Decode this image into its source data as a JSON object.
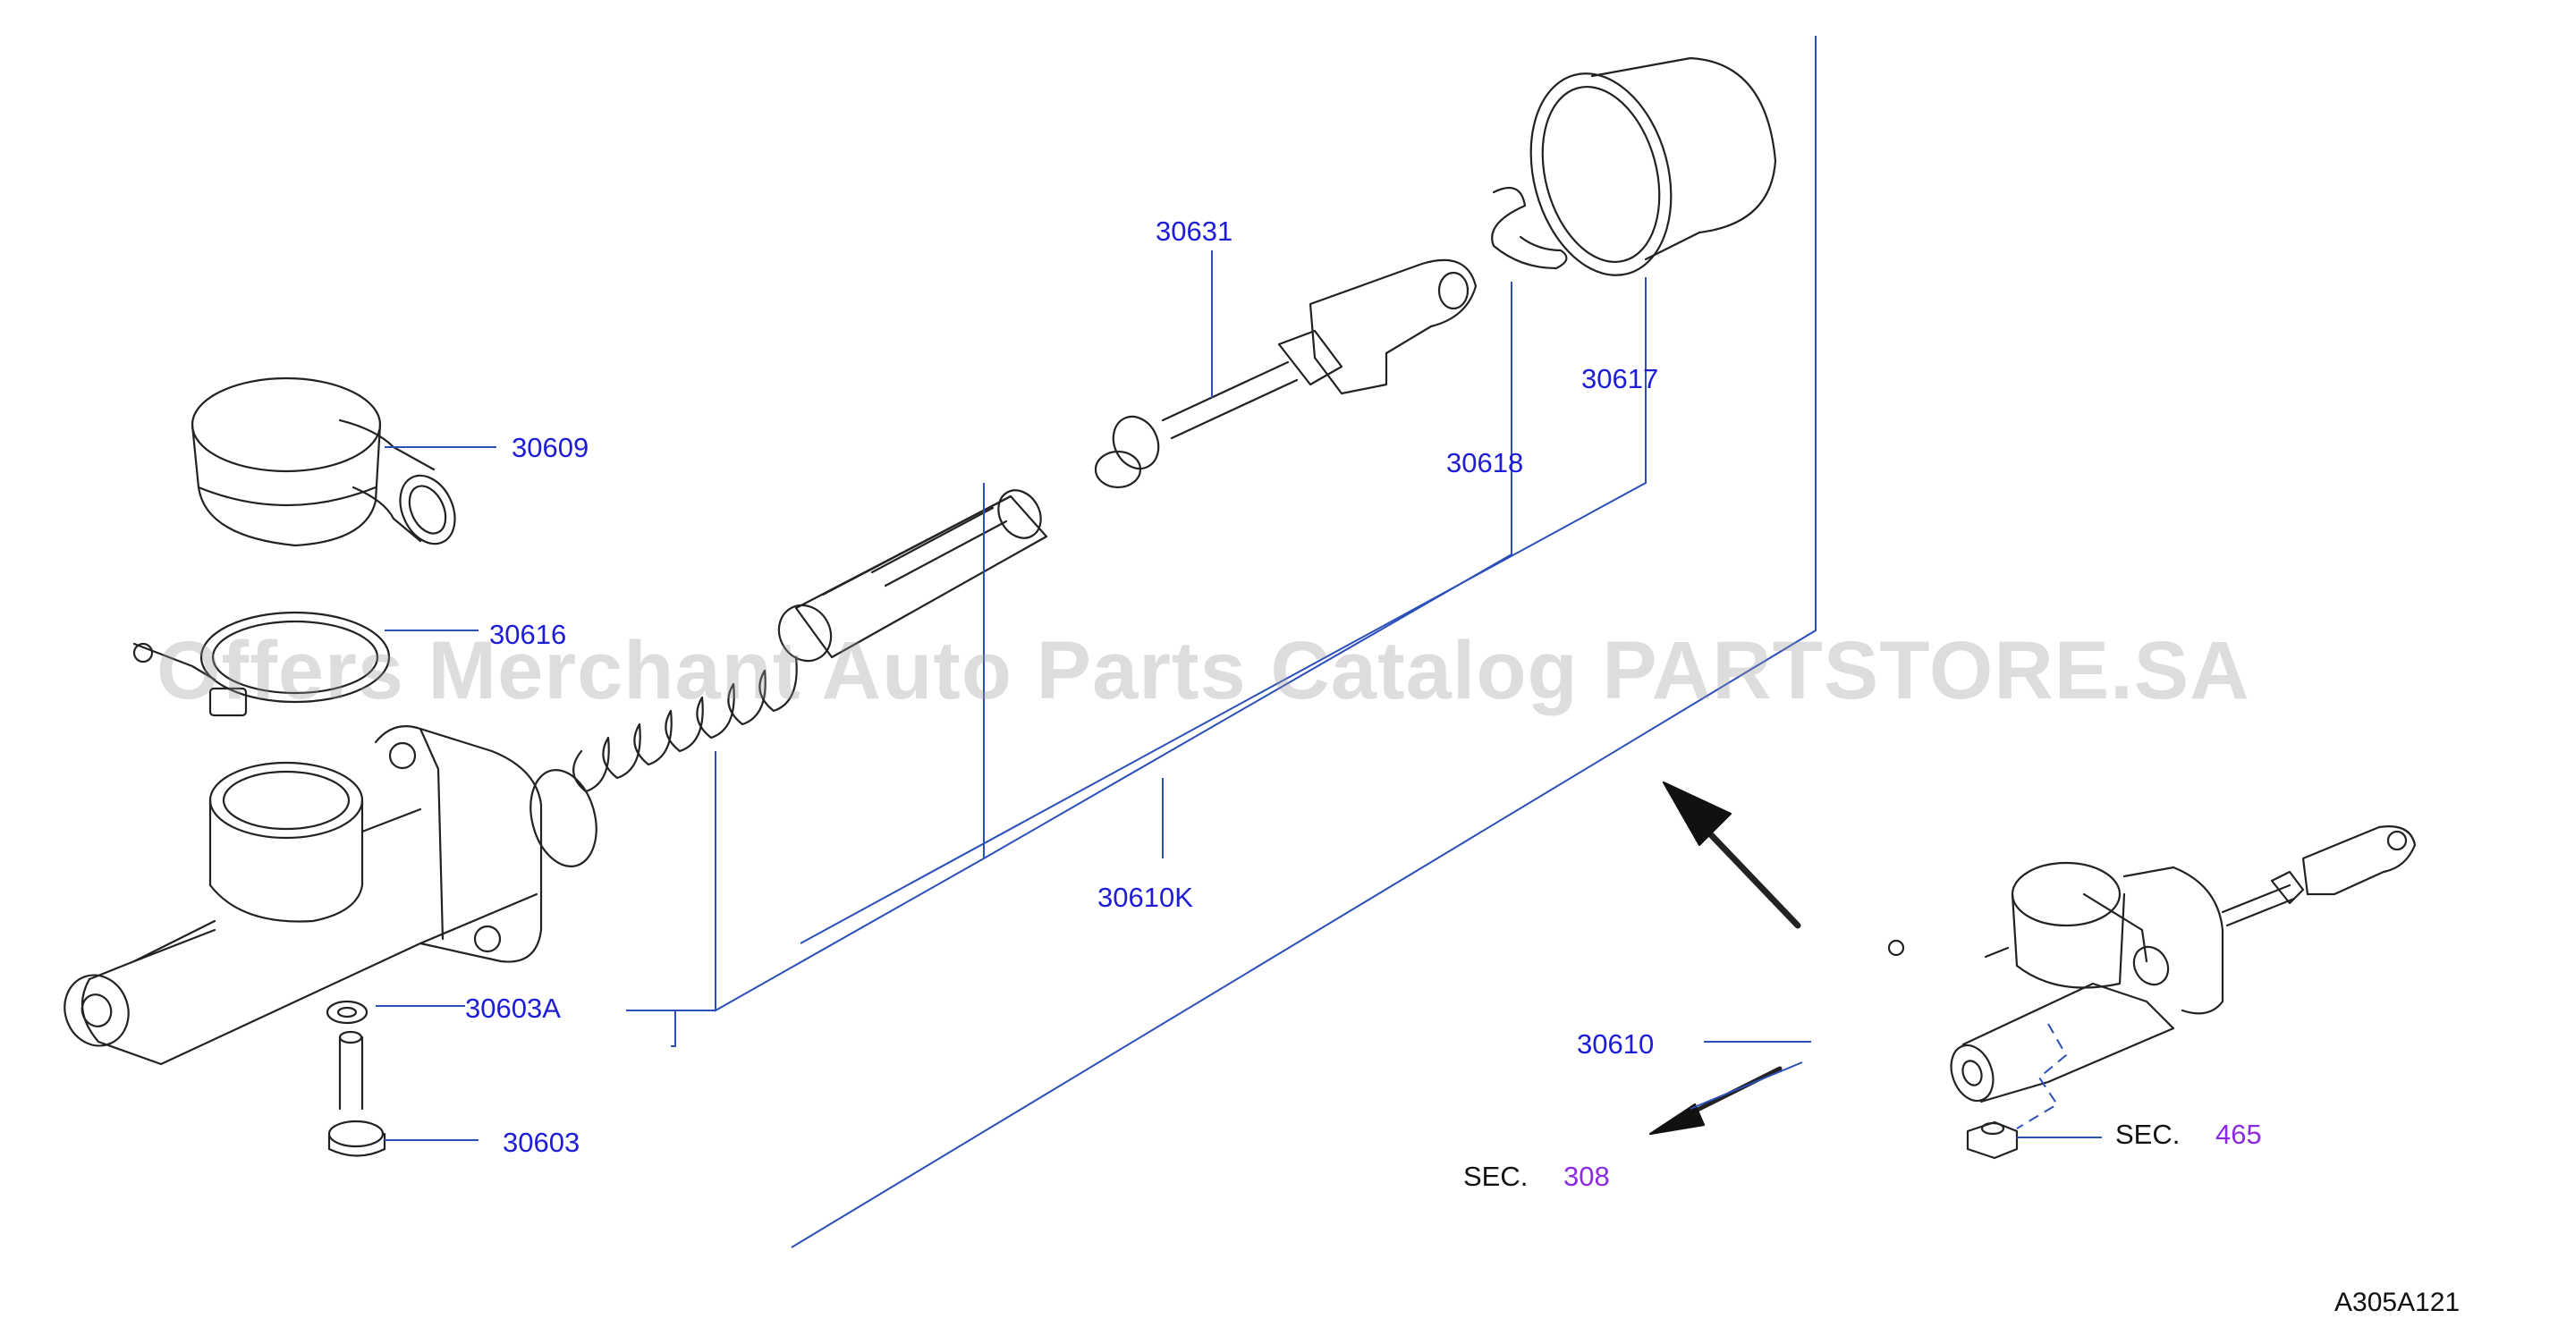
{
  "watermark": "Offers Merchant Auto Parts Catalog PARTSTORE.SA",
  "drawing_code": "A305A121",
  "colors": {
    "part_number": "#1d1dd8",
    "section_number": "#8a2be2",
    "leader_line": "#2a4fb8",
    "drawing_line": "#222222"
  },
  "parts": [
    {
      "number": "30631"
    },
    {
      "number": "30617"
    },
    {
      "number": "30609"
    },
    {
      "number": "30618"
    },
    {
      "number": "30616"
    },
    {
      "number": "30610K"
    },
    {
      "number": "30603A"
    },
    {
      "number": "30603"
    },
    {
      "number": "30610"
    }
  ],
  "section_refs": [
    {
      "prefix": "SEC.",
      "number": "308"
    },
    {
      "prefix": "SEC.",
      "number": "465"
    }
  ]
}
